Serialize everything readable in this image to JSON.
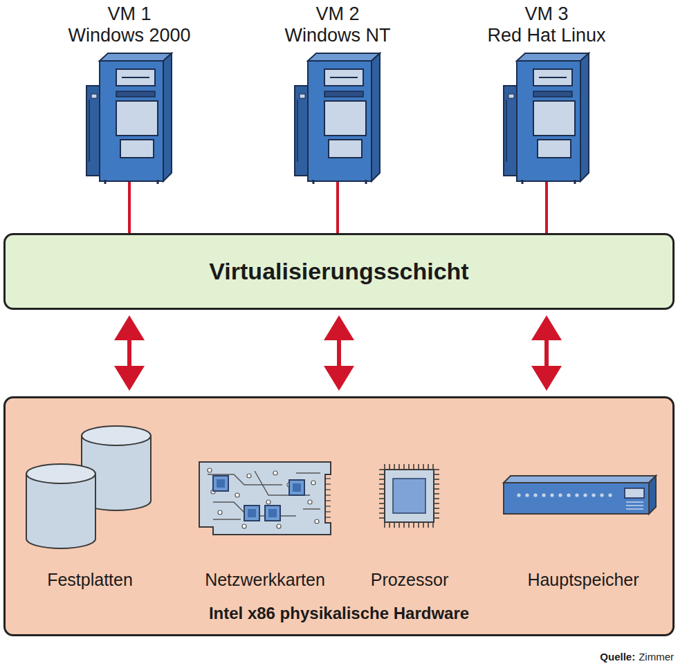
{
  "diagram": {
    "nodes": [
      {
        "text": [
          "VM 1",
          "Windows 2000"
        ]
      },
      {
        "text": [
          "VM 2",
          "Windows NT"
        ]
      },
      {
        "text": [
          "VM 3",
          "Red Hat Linux"
        ]
      },
      {
        "text": [
          "Virtualisierungsschicht"
        ]
      },
      {
        "text": [
          "Intel x86 physikalische Hardware"
        ]
      },
      {
        "text": [
          "Festplatten"
        ],
        "in": 4
      },
      {
        "text": [
          "Netzwerkkarten"
        ],
        "in": 4
      },
      {
        "text": [
          "Prozessor"
        ],
        "in": 4
      },
      {
        "text": [
          "Hauptspeicher"
        ],
        "in": 4
      }
    ],
    "edges": [
      {
        "from": 0,
        "to": 3,
        "arrow": "none"
      },
      {
        "from": 1,
        "to": 3,
        "arrow": "none"
      },
      {
        "from": 2,
        "to": 3,
        "arrow": "none"
      },
      {
        "from": 3,
        "to": 4,
        "arrow": "both"
      },
      {
        "from": 3,
        "to": 4,
        "arrow": "both"
      },
      {
        "from": 3,
        "to": 4,
        "arrow": "both"
      }
    ],
    "labels": [
      "Quelle:",
      "Zimmer"
    ]
  }
}
